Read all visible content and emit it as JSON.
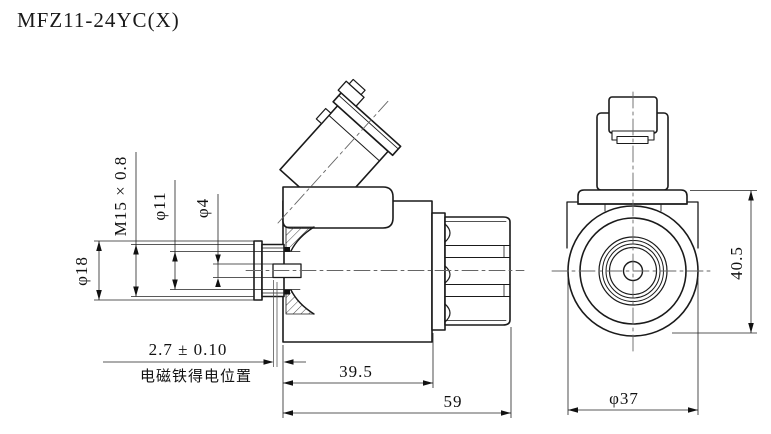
{
  "title": "MFZ11-24YC(X)",
  "side_view": {
    "dim_thread": "M15 × 0.8",
    "dim_phi11": "φ11",
    "dim_phi4": "φ4",
    "dim_phi18": "φ18",
    "dim_stroke": "2.7 ± 0.10",
    "stroke_note": "电磁铁得电位置",
    "dim_length_front": "39.5",
    "dim_length_total": "59"
  },
  "right_view": {
    "dim_height": "40.5",
    "dim_diameter": "φ37"
  },
  "colors": {
    "line": "#1a1a1a",
    "thin_line": "#222222",
    "center_line": "#666666",
    "background": "#ffffff"
  }
}
